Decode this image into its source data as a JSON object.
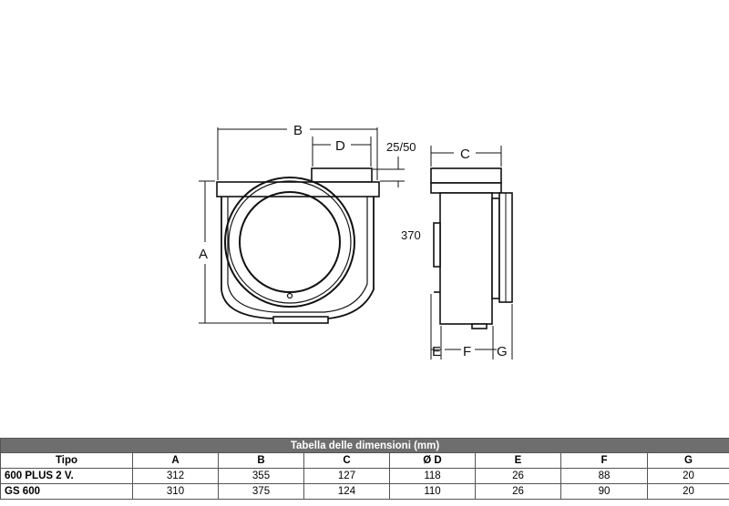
{
  "labels": {
    "B": "B",
    "D": "D",
    "gap": "25/50",
    "C": "C",
    "A": "A",
    "height": "370",
    "E": "E",
    "F": "F",
    "G": "G"
  },
  "table": {
    "caption": "Tabella delle dimensioni (mm)",
    "headers": [
      "Tipo",
      "A",
      "B",
      "C",
      "Ø D",
      "E",
      "F",
      "G"
    ],
    "rows": [
      [
        "600 PLUS 2 V.",
        "312",
        "355",
        "127",
        "118",
        "26",
        "88",
        "20"
      ],
      [
        "GS 600",
        "310",
        "375",
        "124",
        "110",
        "26",
        "90",
        "20"
      ]
    ]
  }
}
